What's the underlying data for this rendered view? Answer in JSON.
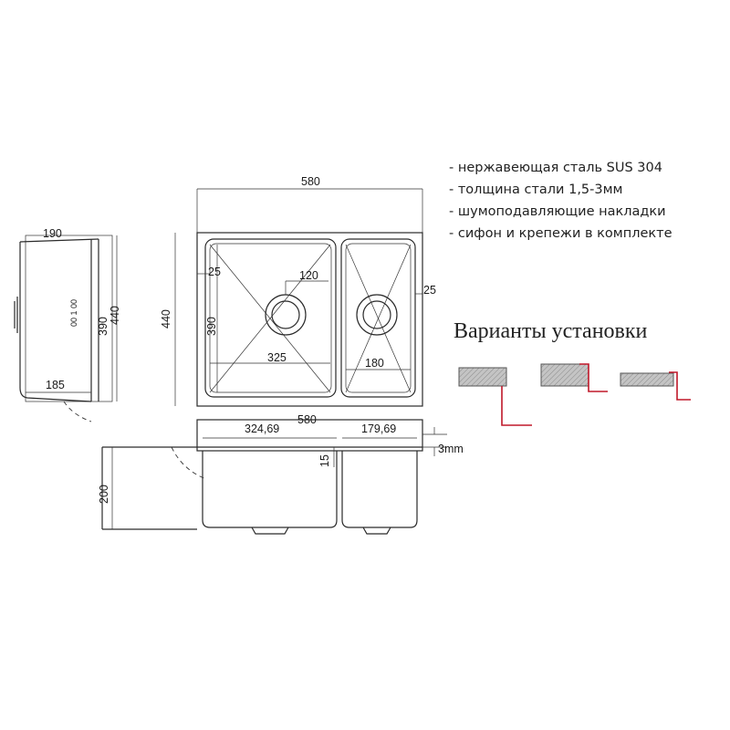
{
  "specs": {
    "items": [
      "- нержавеющая сталь SUS 304",
      "- толщина стали 1,5-3мм",
      "- шумоподавляющие накладки",
      "- сифон и крепежи в комплекте"
    ]
  },
  "variants": {
    "title": "Варианты установки"
  },
  "dimensions": {
    "side_width": "190",
    "side_height_inner": "390",
    "side_height_outer": "440",
    "side_depth": "185",
    "side_center_mark": "00 1 00",
    "top_width": "580",
    "top_height": "440",
    "margin_left": "25",
    "bowl_drain_offset": "120",
    "margin_right": "25",
    "bowl_height": "390",
    "large_bowl_width": "325",
    "small_bowl_width": "180",
    "front_large_width": "324,69",
    "front_total_width": "580",
    "front_small_width": "179,69",
    "rim_depth": "15",
    "sheet_thickness": "3mm",
    "bowl_depth": "200"
  },
  "colors": {
    "line": "#2a2a2a",
    "accent_red": "#c0182a",
    "install_fill": "#b8b8b8"
  }
}
